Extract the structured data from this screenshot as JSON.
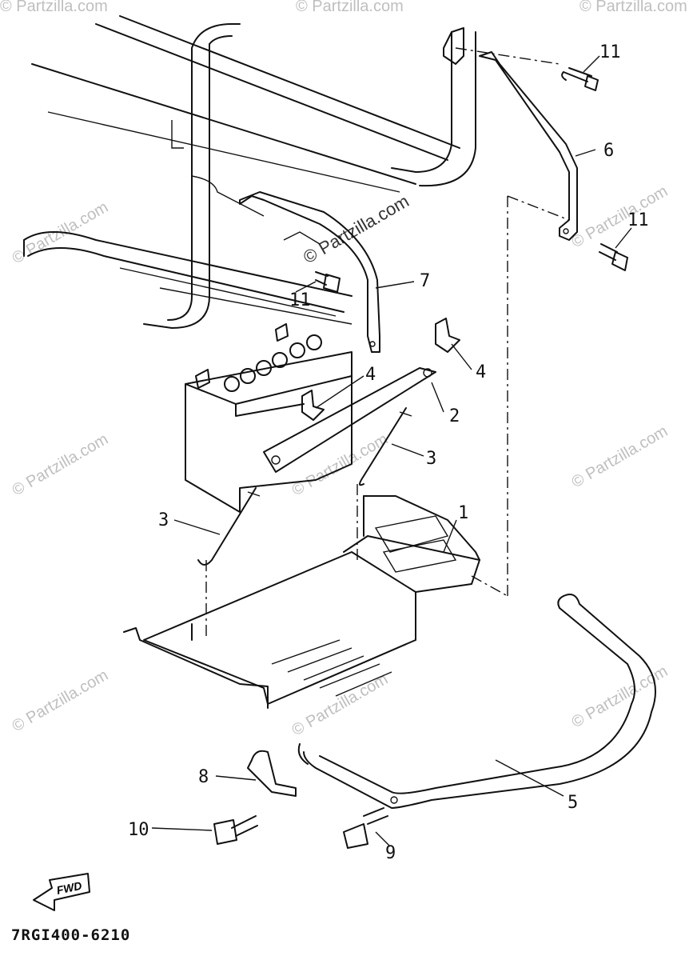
{
  "diagram": {
    "part_labels": [
      "1",
      "2",
      "3",
      "3",
      "4",
      "4",
      "5",
      "6",
      "7",
      "8",
      "9",
      "10",
      "11",
      "11",
      "11"
    ],
    "figure_code": "7RGI400-6210",
    "fwd_label": "FWD",
    "watermark": "© Partzilla.com"
  }
}
